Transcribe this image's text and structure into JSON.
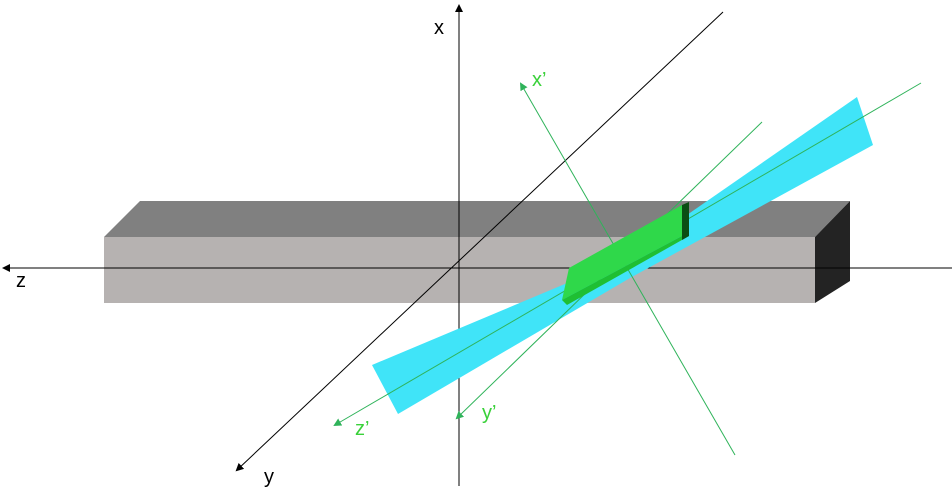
{
  "diagram": {
    "labels": {
      "x": "x",
      "y": "y",
      "z": "z",
      "x_prime": "x’",
      "y_prime": "y’",
      "z_prime": "z’"
    },
    "colors": {
      "axis": "#000000",
      "primed_axis": "#2fb35a",
      "beam": "#40e4f8",
      "crystal_top": "#2fd84a",
      "crystal_front": "#1fbf33",
      "crystal_edge": "#0b4d14",
      "bar_top": "#808080",
      "bar_front": "#b6b2b1",
      "bar_end": "#232323",
      "primed_label": "#3ad13a"
    }
  }
}
